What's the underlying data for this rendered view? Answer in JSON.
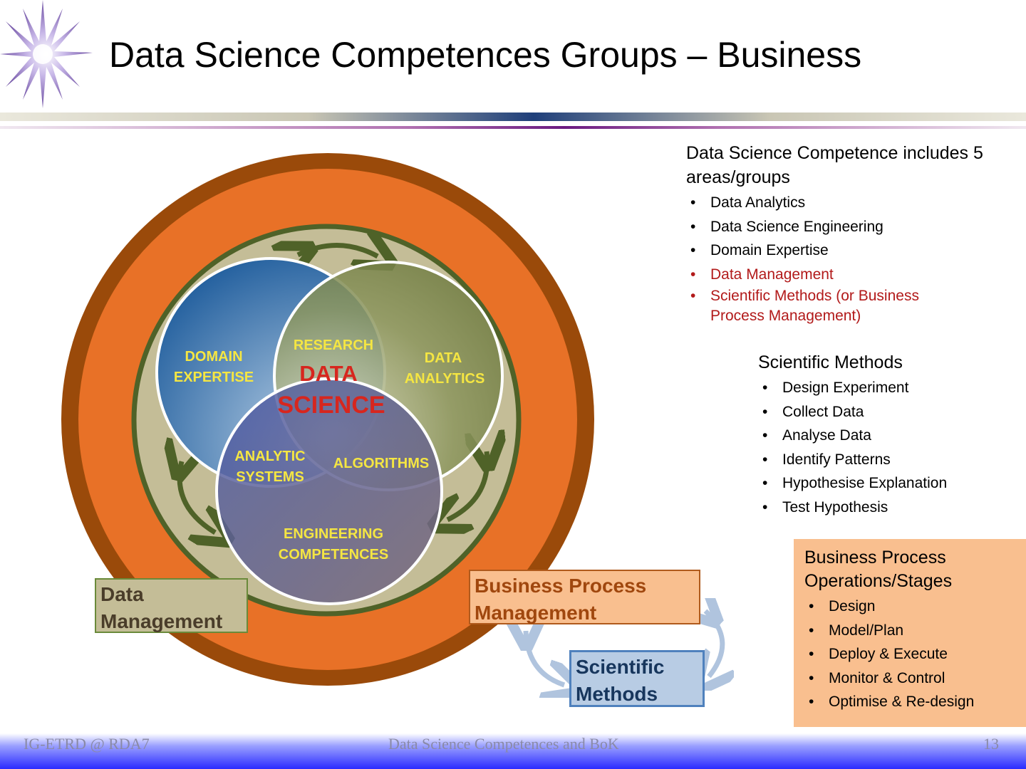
{
  "slide": {
    "title": "Data Science Competences Groups – Business"
  },
  "diagram": {
    "center_label_line1": "DATA",
    "center_label_line2": "SCIENCE",
    "labels": {
      "domain_line1": "DOMAIN",
      "domain_line2": "EXPERTISE",
      "research": "RESEARCH",
      "data_line1": "DATA",
      "data_line2": "ANALYTICS",
      "analytic_line1": "ANALYTIC",
      "analytic_line2": "SYSTEMS",
      "algorithms": "ALGORITHMS",
      "engineering_line1": "ENGINEERING",
      "engineering_line2": "COMPETENCES"
    },
    "colors": {
      "outer_ring": "#9a4a0a",
      "orange_ring": "#e87127",
      "inner_fill": "#c4bd97",
      "inner_border": "#4f6228",
      "circle_blue": "#2e6fb0",
      "circle_olive": "#7c8c4c",
      "circle_purple": "#5a5f9a",
      "label_yellow": "#f5e642",
      "label_red": "#d7261e"
    }
  },
  "boxes": {
    "data_management": "Data Management",
    "business_process_management": "Business Process Management",
    "scientific_methods": "Scientific Methods"
  },
  "panel_competence": {
    "heading": "Data Science Competence includes 5 areas/groups",
    "items_black": [
      "Data Analytics",
      "Data Science Engineering",
      "Domain Expertise"
    ],
    "items_red": [
      "Data Management",
      "Scientific Methods (or Business Process Management)"
    ]
  },
  "panel_scientific": {
    "heading": "Scientific Methods",
    "items": [
      "Design Experiment",
      "Collect Data",
      "Analyse Data",
      "Identify Patterns",
      "Hypothesise Explanation",
      "Test Hypothesis"
    ]
  },
  "panel_business": {
    "heading": "Business Process Operations/Stages",
    "items": [
      "Design",
      "Model/Plan",
      "Deploy & Execute",
      "Monitor & Control",
      "Optimise & Re-design"
    ]
  },
  "footer": {
    "left": "IG-ETRD @ RDA7",
    "center": "Data Science Competences and BoK",
    "page": "13"
  }
}
